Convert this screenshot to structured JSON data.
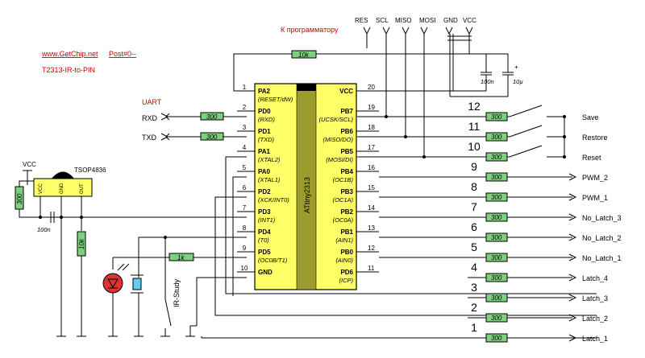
{
  "header": {
    "website": "www.GetChip.net",
    "post": "Post#0--",
    "project": "T2313-IR-to-PIN",
    "programmer_label": "К программатору",
    "uart_label": "UART"
  },
  "programmer_pins": [
    "RES",
    "SCL",
    "MISO",
    "MOSI",
    "GND",
    "VCC"
  ],
  "mcu": {
    "name": "ATtiny2313",
    "left_pins": [
      {
        "num": "1",
        "name": "PA2",
        "alt": "(RESET/dW)"
      },
      {
        "num": "2",
        "name": "PD0",
        "alt": "(RXD)"
      },
      {
        "num": "3",
        "name": "PD1",
        "alt": "(TXD)"
      },
      {
        "num": "4",
        "name": "PA1",
        "alt": "(XTAL2)"
      },
      {
        "num": "5",
        "name": "PA0",
        "alt": "(XTAL1)"
      },
      {
        "num": "6",
        "name": "PD2",
        "alt": "(XCK/INT0)"
      },
      {
        "num": "7",
        "name": "PD3",
        "alt": "(INT1)"
      },
      {
        "num": "8",
        "name": "PD4",
        "alt": "(T0)"
      },
      {
        "num": "9",
        "name": "PD5",
        "alt": "(OC0B/T1)"
      },
      {
        "num": "10",
        "name": "GND",
        "alt": ""
      }
    ],
    "right_pins": [
      {
        "num": "20",
        "name": "VCC",
        "alt": ""
      },
      {
        "num": "19",
        "name": "PB7",
        "alt": "(UCSK/SCL)"
      },
      {
        "num": "18",
        "name": "PB6",
        "alt": "(MISO/DO)"
      },
      {
        "num": "17",
        "name": "PB5",
        "alt": "(MOSI/DI)"
      },
      {
        "num": "16",
        "name": "PB4",
        "alt": "(OC1B)"
      },
      {
        "num": "15",
        "name": "PB3",
        "alt": "(OC1A)"
      },
      {
        "num": "14",
        "name": "PB2",
        "alt": "(OC0A)"
      },
      {
        "num": "13",
        "name": "PB1",
        "alt": "(AIN1)"
      },
      {
        "num": "12",
        "name": "PB0",
        "alt": "(AIN0)"
      },
      {
        "num": "11",
        "name": "PD6",
        "alt": "(ICP)"
      }
    ]
  },
  "outputs": [
    {
      "num": "12",
      "label": "Save",
      "res": "300"
    },
    {
      "num": "11",
      "label": "Restore",
      "res": "300"
    },
    {
      "num": "10",
      "label": "Reset",
      "res": "300"
    },
    {
      "num": "9",
      "label": "PWM_2",
      "res": "300"
    },
    {
      "num": "8",
      "label": "PWM_1",
      "res": "300"
    },
    {
      "num": "7",
      "label": "No_Latch_3",
      "res": "300"
    },
    {
      "num": "6",
      "label": "No_Latch_2",
      "res": "300"
    },
    {
      "num": "5",
      "label": "No_Latch_1",
      "res": "300"
    },
    {
      "num": "4",
      "label": "Latch_4",
      "res": "300"
    },
    {
      "num": "3",
      "label": "Latch_3",
      "res": "300"
    },
    {
      "num": "2",
      "label": "Latch_2",
      "res": "300"
    },
    {
      "num": "1",
      "label": "Latch_1",
      "res": "300"
    }
  ],
  "uart": {
    "rxd": "RXD",
    "txd": "TXD",
    "r_rxd": "300",
    "r_txd": "300"
  },
  "components": {
    "r_pullup": "10k",
    "c1": "100n",
    "c2": "10µ",
    "c2_plus": "+",
    "sensor": "TSOP4836",
    "sensor_vcc": "VCC",
    "sensor_pins": [
      "VCC",
      "GND",
      "OUT"
    ],
    "r_sensor": "300",
    "c_sensor": "100n",
    "r_led": "10k",
    "r_pd5": "1k",
    "ir_study": "IR-Study"
  }
}
